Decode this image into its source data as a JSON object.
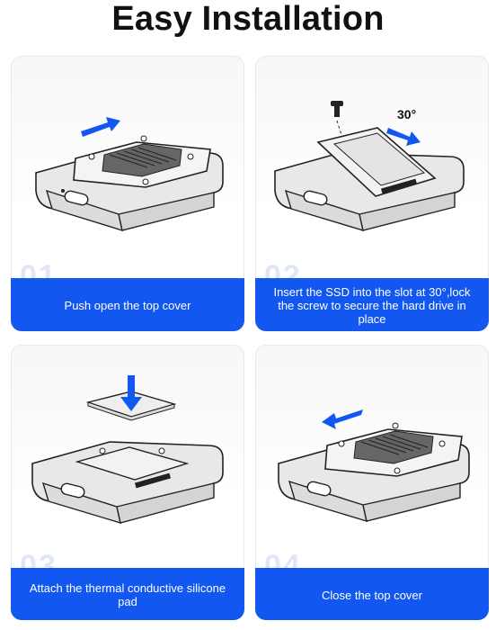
{
  "page": {
    "title": "Easy Installation"
  },
  "steps": [
    {
      "number": "01",
      "caption": "Push open the top cover"
    },
    {
      "number": "02",
      "caption": "Insert the SSD into the slot at 30°,lock the screw to secure the hard drive in place",
      "angle_label": "30°"
    },
    {
      "number": "03",
      "caption": "Attach the thermal conductive silicone pad"
    },
    {
      "number": "04",
      "caption": "Close the top cover"
    }
  ],
  "colors": {
    "accent": "#1257f0",
    "caption_text": "#ffffff",
    "number_watermark": "#dfe7f7"
  }
}
